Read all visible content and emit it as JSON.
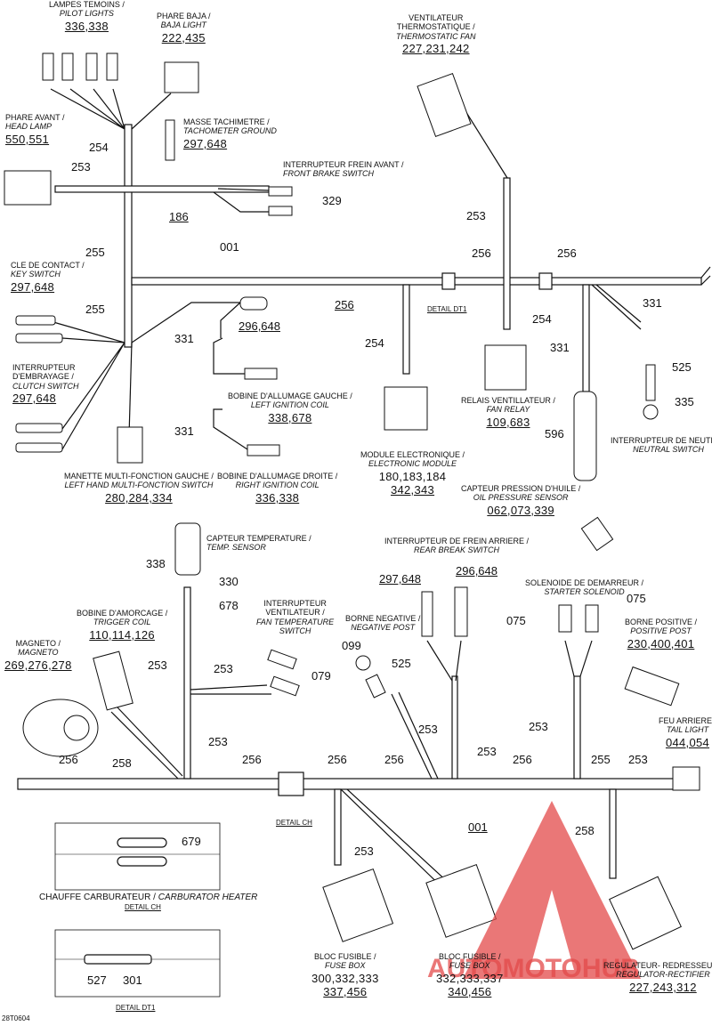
{
  "watermark": "AUTOMOTOHUB",
  "drawing_id": "28T0604",
  "components": {
    "pilot_lights": {
      "fr": "LAMPES TEMOINS /",
      "en": "PILOT LIGHTS",
      "refs": "336,338"
    },
    "baja_light": {
      "fr": "PHARE BAJA /",
      "en": "BAJA LIGHT",
      "refs": "222,435"
    },
    "tach_ground": {
      "fr": "MASSE TACHIMETRE /",
      "en": "TACHOMETER GROUND",
      "refs": "297,648"
    },
    "head_lamp": {
      "fr": "PHARE AVANT /",
      "en": "HEAD LAMP",
      "refs": "550,551"
    },
    "front_brake_switch": {
      "fr": "INTERRUPTEUR FREIN AVANT /",
      "en": "FRONT BRAKE SWITCH"
    },
    "thermostatic_fan": {
      "fr1": "VENTILATEUR",
      "fr2": "THERMOSTATIQUE /",
      "en": "THERMOSTATIC FAN",
      "refs": "227,231,242"
    },
    "key_switch": {
      "fr": "CLE DE CONTACT /",
      "en": "KEY SWITCH",
      "refs": "297,648"
    },
    "clutch_switch": {
      "fr1": "INTERRUPTEUR",
      "fr2": "D'EMBRAYAGE /",
      "en": "CLUTCH SWITCH",
      "refs": "297,648"
    },
    "left_ign_coil": {
      "fr": "BOBINE D'ALLUMAGE GAUCHE /",
      "en": "LEFT IGNITION COIL",
      "refs": "338,678"
    },
    "right_ign_coil": {
      "fr": "BOBINE D'ALLUMAGE DROITE /",
      "en": "RIGHT IGNITION COIL",
      "refs": "336,338"
    },
    "left_multi_switch": {
      "fr": "MANETTE MULTI-FONCTION GAUCHE /",
      "en": "LEFT HAND MULTI-FONCTION SWITCH",
      "refs": "280,284,334"
    },
    "electronic_module": {
      "fr": "MODULE ELECTRONIQUE /",
      "en": "ELECTRONIC MODULE",
      "refs1": "180,183,184",
      "refs2": "342,343"
    },
    "fan_relay": {
      "fr": "RELAIS VENTILLATEUR /",
      "en": "FAN RELAY",
      "refs": "109,683"
    },
    "neutral_switch": {
      "fr": "INTERRUPTEUR DE NEUTRE /",
      "en": "NEUTRAL SWITCH"
    },
    "oil_pressure": {
      "fr": "CAPTEUR PRESSION D'HUILE /",
      "en": "OIL PRESSURE SENSOR",
      "refs": "062,073,339"
    },
    "temp_sensor": {
      "fr": "CAPTEUR TEMPERATURE /",
      "en": "TEMP. SENSOR"
    },
    "rear_brake": {
      "fr": "INTERRUPTEUR DE FREIN ARRIERE /",
      "en": "REAR BREAK SWITCH"
    },
    "starter_solenoid": {
      "fr": "SOLENOIDE DE DEMARREUR /",
      "en": "STARTER SOLENOID"
    },
    "trigger_coil": {
      "fr": "BOBINE D'AMORCAGE /",
      "en": "TRIGGER COIL",
      "refs": "110,114,126"
    },
    "fan_temp_switch": {
      "fr1": "INTERRUPTEUR",
      "fr2": "VENTILATEUR /",
      "en1": "FAN TEMPERATURE",
      "en2": "SWITCH"
    },
    "negative_post": {
      "fr": "BORNE NEGATIVE /",
      "en": "NEGATIVE POST"
    },
    "positive_post": {
      "fr": "BORNE POSITIVE /",
      "en": "POSITIVE POST",
      "refs": "230,400,401"
    },
    "magneto": {
      "fr": "MAGNETO /",
      "en": "MAGNETO",
      "refs": "269,276,278"
    },
    "tail_light": {
      "fr": "FEU ARRIERE /",
      "en": "TAIL LIGHT",
      "refs": "044,054"
    },
    "carb_heater": {
      "fr": "CHAUFFE CARBURATEUR /",
      "en": "CARBURATOR HEATER",
      "detail": "DETAIL CH"
    },
    "fuse_box_1": {
      "fr": "BLOC FUSIBLE /",
      "en": "FUSE BOX",
      "refs1": "300,332,333",
      "refs2": "337,456"
    },
    "fuse_box_2": {
      "fr": "BLOC FUSIBLE /",
      "en": "FUSE BOX",
      "refs1": "332,333,337",
      "refs2": "340,456"
    },
    "reg_rectifier": {
      "fr": "REGULATEUR- REDRESSEUR /",
      "en": "REGULATOR-RECTIFIER",
      "refs": "227,243,312"
    }
  },
  "details": {
    "dt1_top": "DETAIL DT1",
    "ch_mid": "DETAIL CH",
    "ch_box": "DETAIL CH",
    "dt1_box": "DETAIL DT1"
  },
  "wire_labels": {
    "w254a": "254",
    "w253a": "253",
    "w186": "186",
    "w329": "329",
    "w255a": "255",
    "w255b": "255",
    "w001a": "001",
    "w256a": "256",
    "w256b": "256",
    "w256c": "256",
    "w253b": "253",
    "w254b": "254",
    "w331a": "331",
    "w331b": "331",
    "w331c": "331",
    "w331d": "331",
    "w296": "296,648",
    "w254c": "254",
    "w525a": "525",
    "w335": "335",
    "w596": "596",
    "w338": "338",
    "w330": "330",
    "w678": "678",
    "w079": "079",
    "w253c": "253",
    "w253d": "253",
    "w253e": "253",
    "w258a": "258",
    "w099": "099",
    "w525b": "525",
    "w297": "297,648",
    "w296b": "296,648",
    "w075a": "075",
    "w075b": "075",
    "w253f": "253",
    "w253g": "253",
    "w253h": "253",
    "w253i": "253",
    "w256d": "256",
    "w256e": "256",
    "w256f": "256",
    "w256g": "256",
    "w256h": "256",
    "w255c": "255",
    "w253j": "253",
    "w001b": "001",
    "w253k": "253",
    "w258b": "258",
    "w679": "679",
    "w527": "527",
    "w301": "301"
  }
}
